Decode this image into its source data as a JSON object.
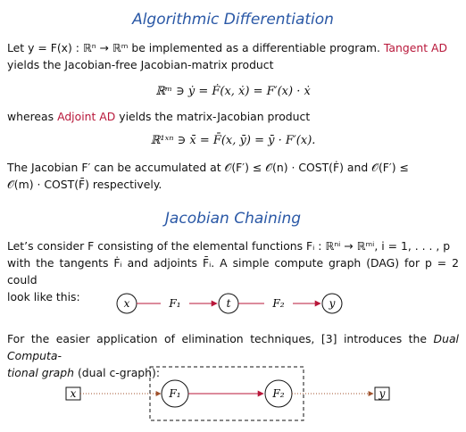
{
  "section1": {
    "title": "Algorithmic Differentiation",
    "p1_pre": "Let y = F(x) : ℝⁿ → ℝᵐ be implemented as a differentiable program.",
    "tangent_ad": "Tangent AD",
    "p1_post": "yields the Jacobian-free Jacobian-matrix product",
    "eq1": "ℝᵐ ∋ ẏ = Ḟ(x, ẋ) = F′(x) · ẋ",
    "p2_pre": "whereas",
    "adjoint_ad": "Adjoint AD",
    "p2_post": "yields the matrix-Jacobian product",
    "eq2": "ℝ¹ˣⁿ ∋ x̄ = F̄(x, ȳ) = ȳ · F′(x).",
    "p3_line1": "The Jacobian F′ can be accumulated at 𝒪(F′) ≤ 𝒪(n) · COST(Ḟ) and 𝒪(F′) ≤",
    "p3_line2": "𝒪(m) · COST(F̄) respectively."
  },
  "section2": {
    "title": "Jacobian Chaining",
    "p1_line1": "Let’s consider F consisting of the elemental functions Fᵢ : ℝⁿⁱ → ℝᵐⁱ, i = 1, . . . , p",
    "p1_line2": "with the tangents Ḟᵢ and adjoints F̄ᵢ. A simple compute graph (DAG) for p = 2 could",
    "p1_line3": "look like this:",
    "p2_line1_pre": "For the easier application of elimination techniques, [3] introduces the",
    "p2_line1_em": "Dual Computa-",
    "p2_line2_em": "tional graph",
    "p2_line2_post": "(dual c-graph):"
  },
  "dag": {
    "nodes": [
      "x",
      "t",
      "y"
    ],
    "edges": [
      "F₁",
      "F₂"
    ]
  },
  "dual_graph": {
    "source": "x",
    "sink": "y",
    "nodes": [
      "F₁",
      "F₂"
    ]
  },
  "colors": {
    "title": "#2a58a6",
    "highlight": "#b8173a",
    "edge_primary": "#b8173a",
    "edge_dotted": "#a0522d"
  }
}
